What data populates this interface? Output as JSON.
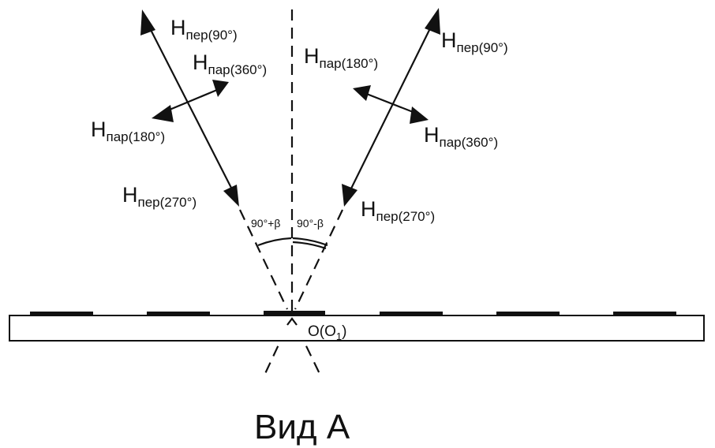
{
  "labels": {
    "left_per_90": {
      "main": "H",
      "sub": "пер(90°)"
    },
    "left_par_360": {
      "main": "H",
      "sub": "пар(360°)"
    },
    "left_par_180": {
      "main": "H",
      "sub": "пар(180°)"
    },
    "left_per_270": {
      "main": "H",
      "sub": "пер(270°)"
    },
    "right_per_90": {
      "main": "H",
      "sub": "пер(90°)"
    },
    "right_par_180": {
      "main": "H",
      "sub": "пар(180°)"
    },
    "right_par_360": {
      "main": "H",
      "sub": "пар(360°)"
    },
    "right_per_270": {
      "main": "H",
      "sub": "пер(270°)"
    }
  },
  "angles": {
    "left": "90°+β",
    "right": "90°-β"
  },
  "origin": {
    "main": "O(O",
    "sub": "1",
    "close": ")"
  },
  "caption": "Вид А",
  "colors": {
    "ink": "#111111",
    "background": "#ffffff"
  }
}
